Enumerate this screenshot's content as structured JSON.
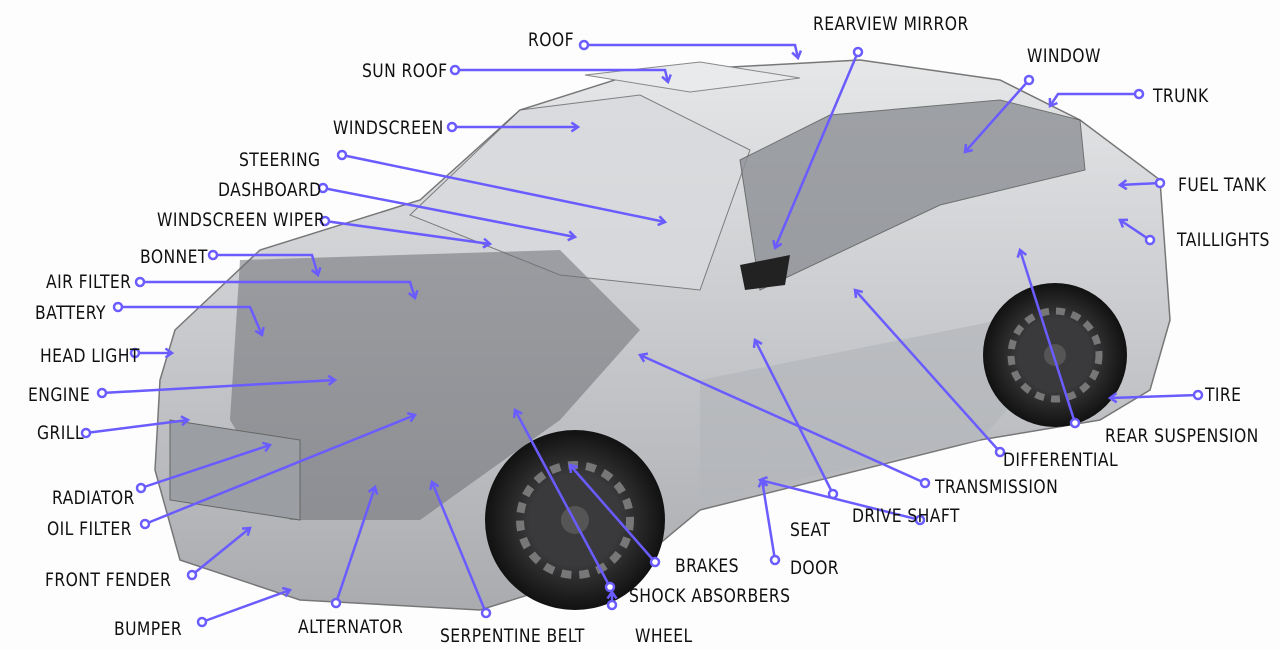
{
  "title": "Car parts diagram",
  "colors": {
    "leader": "#6a5cff",
    "text": "#111111",
    "body": "#c9cbce"
  },
  "labels": [
    "ROOF",
    "SUN ROOF",
    "REARVIEW MIRROR",
    "WINDOW",
    "TRUNK",
    "WINDSCREEN",
    "STEERING",
    "DASHBOARD",
    "WINDSCREEN WIPER",
    "BONNET",
    "AIR FILTER",
    "BATTERY",
    "HEAD LIGHT",
    "ENGINE",
    "GRILL",
    "RADIATOR",
    "OIL FILTER",
    "FRONT FENDER",
    "BUMPER",
    "ALTERNATOR",
    "SERPENTINE BELT",
    "WHEEL",
    "SHOCK ABSORBERS",
    "BRAKES",
    "SEAT",
    "DOOR",
    "DRIVE SHAFT",
    "TRANSMISSION",
    "DIFFERENTIAL",
    "REAR SUSPENSION",
    "TIRE",
    "TAILLIGHTS",
    "FUEL TANK"
  ]
}
